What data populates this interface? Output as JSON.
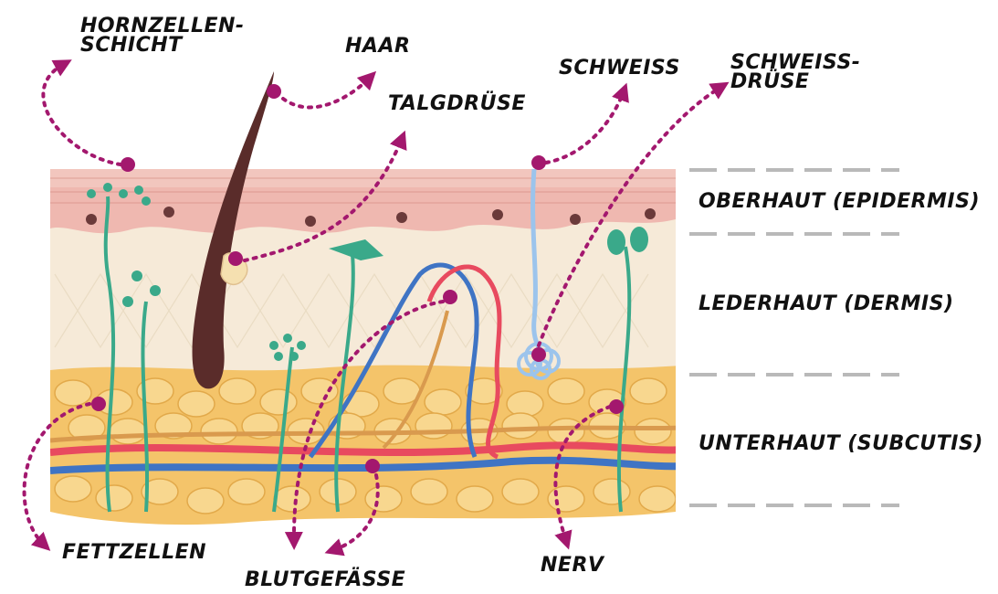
{
  "colors": {
    "accent": "#a3186e",
    "epidermis": "#efb8b0",
    "dermis": "#f6ead8",
    "fat": "#f4c46a",
    "hair": "#5a2c2a",
    "nerve": "#3aa98a",
    "artery": "#e84a5f",
    "vein": "#3f74c4",
    "sweat": "#9cc4ec",
    "divider": "#b9b9b9"
  },
  "labels": {
    "hornzellen_line1": "HORNZELLEN-",
    "hornzellen_line2": "SCHICHT",
    "haar": "HAAR",
    "talgdruese": "TALGDRÜSE",
    "schweiss": "SCHWEISS",
    "schweissdruese_line1": "SCHWEISS-",
    "schweissdruese_line2": "DRÜSE",
    "fettzellen": "FETTZELLEN",
    "blutgefaesse": "BLUTGEFÄSSE",
    "nerv": "NERV"
  },
  "layers": {
    "oberhaut": "OBERHAUT (EPIDERMIS)",
    "lederhaut": "LEDERHAUT (DERMIS)",
    "unterhaut": "UNTERHAUT (SUBCUTIS)"
  }
}
